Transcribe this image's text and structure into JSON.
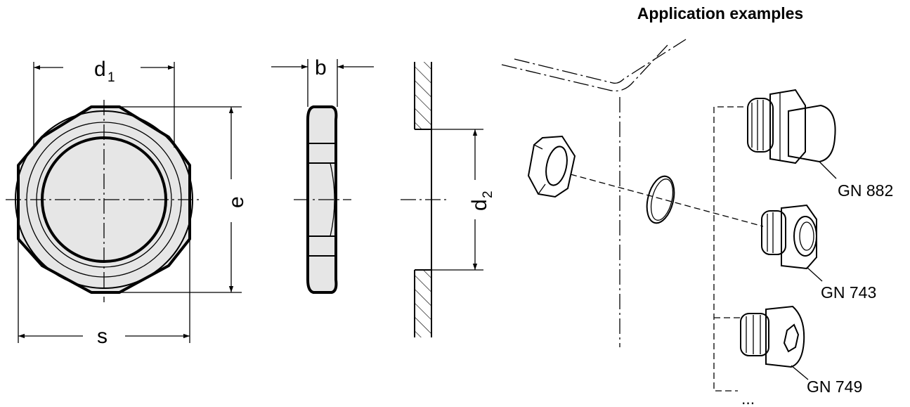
{
  "heading": "Application examples",
  "dimensions": {
    "d1_main": "d",
    "d1_sub": "1",
    "b": "b",
    "e": "e",
    "s": "s",
    "d2_main": "d",
    "d2_sub": "2"
  },
  "parts": [
    {
      "label": "GN 882"
    },
    {
      "label": "GN 743"
    },
    {
      "label": "GN 749"
    }
  ],
  "more": "..."
}
